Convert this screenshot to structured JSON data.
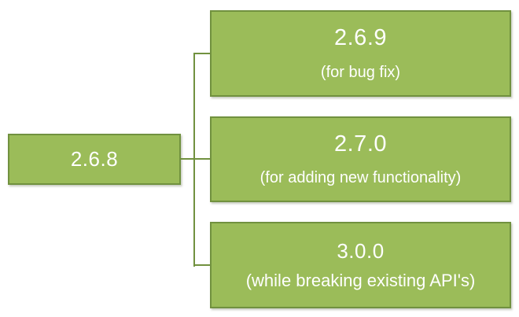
{
  "diagram": {
    "description": "version-branching-tree",
    "root": {
      "title": "2.6.8"
    },
    "children": [
      {
        "title": "2.6.9",
        "subtitle": "(for bug fix)"
      },
      {
        "title": "2.7.0",
        "subtitle": "(for adding new functionality)"
      },
      {
        "title": "3.0.0",
        "subtitle": "(while breaking existing API's)"
      }
    ],
    "colors": {
      "fill": "#9bbc59",
      "border": "#71913f",
      "connector": "#71913f",
      "text": "#ffffff"
    }
  }
}
